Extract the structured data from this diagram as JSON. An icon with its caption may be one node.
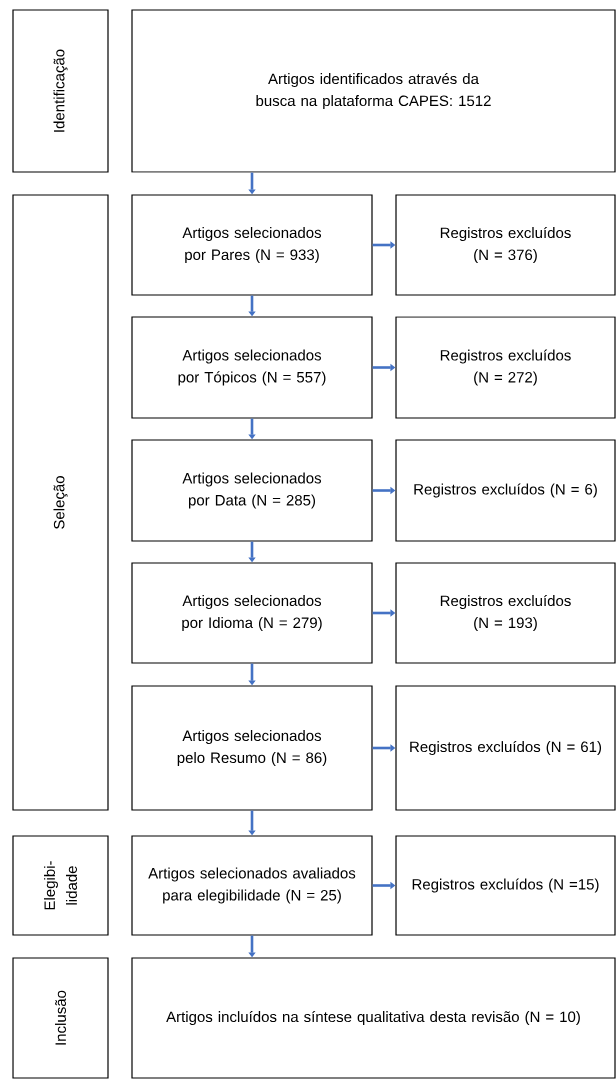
{
  "diagram": {
    "nodes": [
      {
        "text": [
          "Identificação"
        ]
      },
      {
        "text": [
          "Artigos identificados através da busca na plataforma CAPES: 1512"
        ]
      },
      {
        "text": [
          "Seleção"
        ]
      },
      {
        "text": [
          "Artigos selecionados por Pares (N = 933)"
        ]
      },
      {
        "text": [
          "Registros excluídos (N = 376)"
        ]
      },
      {
        "text": [
          "Artigos selecionados por Tópicos (N = 557)"
        ]
      },
      {
        "text": [
          "Registros excluídos (N = 272)"
        ]
      },
      {
        "text": [
          "Artigos selecionados por Data (N = 285)"
        ]
      },
      {
        "text": [
          "Registros excluídos (N = 6)"
        ]
      },
      {
        "text": [
          "Artigos selecionados por Idioma (N = 279)"
        ]
      },
      {
        "text": [
          "Registros excluídos (N = 193)"
        ]
      },
      {
        "text": [
          "Artigos selecionados pelo Resumo (N = 86)"
        ]
      },
      {
        "text": [
          "Registros excluídos (N = 61)"
        ]
      },
      {
        "text": [
          "Elegibi- lidade"
        ]
      },
      {
        "text": [
          "Artigos selecionados avaliados para elegibilidade (N = 25)"
        ]
      },
      {
        "text": [
          "Registros excluídos (N =15)"
        ]
      },
      {
        "text": [
          "Inclusão"
        ]
      },
      {
        "text": [
          "Artigos incluídos na síntese qualitativa desta revisão (N = 10)"
        ]
      }
    ],
    "edges": [
      {
        "from": 1,
        "to": 3,
        "arrow": "to"
      },
      {
        "from": 3,
        "to": 4,
        "arrow": "to"
      },
      {
        "from": 3,
        "to": 5,
        "arrow": "to"
      },
      {
        "from": 5,
        "to": 6,
        "arrow": "to"
      },
      {
        "from": 5,
        "to": 7,
        "arrow": "to"
      },
      {
        "from": 7,
        "to": 8,
        "arrow": "to"
      },
      {
        "from": 7,
        "to": 9,
        "arrow": "to"
      },
      {
        "from": 9,
        "to": 10,
        "arrow": "to"
      },
      {
        "from": 9,
        "to": 11,
        "arrow": "to"
      },
      {
        "from": 11,
        "to": 12,
        "arrow": "to"
      },
      {
        "from": 11,
        "to": 14,
        "arrow": "to"
      },
      {
        "from": 14,
        "to": 15,
        "arrow": "to"
      },
      {
        "from": 14,
        "to": 17,
        "arrow": "to"
      }
    ]
  }
}
